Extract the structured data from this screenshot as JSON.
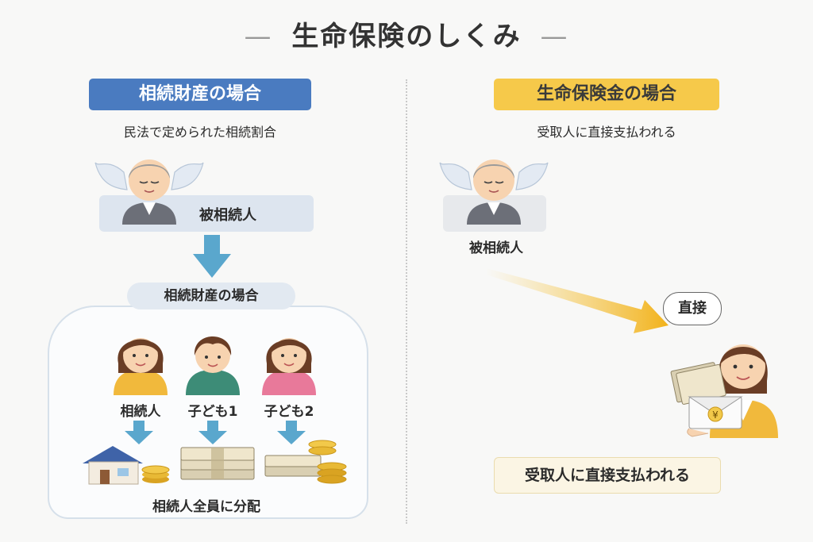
{
  "title": "生命保険のしくみ",
  "title_dash": "—",
  "left": {
    "heading": "相続財産の場合",
    "subtitle": "民法で定められた相続割合",
    "deceased_label": "被相続人",
    "group_label": "相続財産の場合",
    "heirs": [
      {
        "label": "相続人"
      },
      {
        "label": "子ども1"
      },
      {
        "label": "子ども2"
      }
    ],
    "footer": "相続人全員に分配",
    "heading_color": "#4a7bc0"
  },
  "right": {
    "heading": "生命保険金の場合",
    "subtitle": "受取人に直接支払われる",
    "deceased_label": "被相続人",
    "bubble": "直接",
    "footer": "受取人に直接支払われる",
    "yen_symbol": "¥",
    "heading_color": "#f6c94a"
  },
  "icons": [
    "angel-elder-icon",
    "down-arrow-icon",
    "house-icon",
    "banknote-stack-icon",
    "coin-stack-icon",
    "woman-icon",
    "boy-icon",
    "girl-icon",
    "envelope-icon",
    "diagonal-arrow-icon"
  ]
}
